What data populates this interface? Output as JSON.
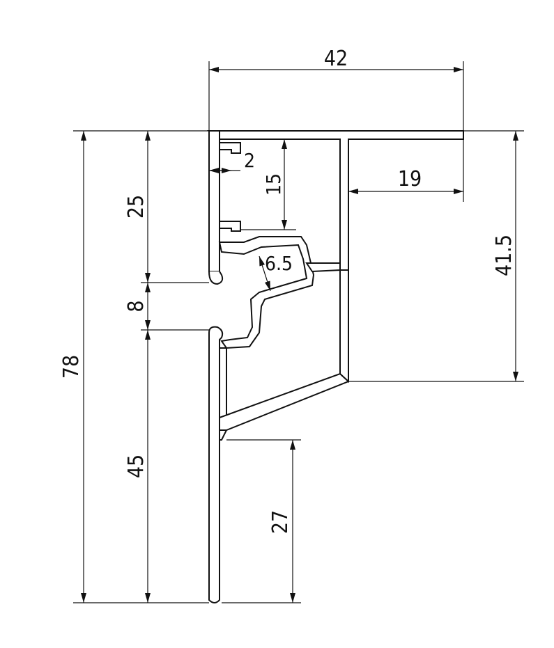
{
  "drawing": {
    "type": "aluminium-profile-section",
    "dimensions": {
      "width_total": "42",
      "height_total": "78",
      "upper_height": "25",
      "gap": "8",
      "lower_height": "45",
      "lip_thickness": "2",
      "channel_depth": "15",
      "flange_width": "19",
      "right_height": "41.5",
      "slot": "6.5",
      "leg": "27"
    }
  }
}
